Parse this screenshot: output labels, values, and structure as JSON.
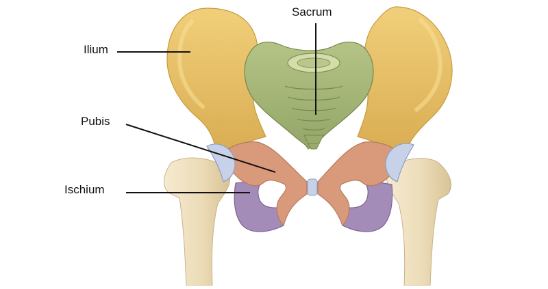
{
  "labels": {
    "sacrum": "Sacrum",
    "ilium": "Ilium",
    "pubis": "Pubis",
    "ischium": "Ischium"
  },
  "colors": {
    "ilium": "#e9c36a",
    "sacrum": "#a9b97a",
    "pubis": "#d99a7c",
    "ischium": "#a48cb8",
    "cartilage": "#c7d2e8",
    "femur": "#eedfbf",
    "leader_line": "#111111"
  }
}
